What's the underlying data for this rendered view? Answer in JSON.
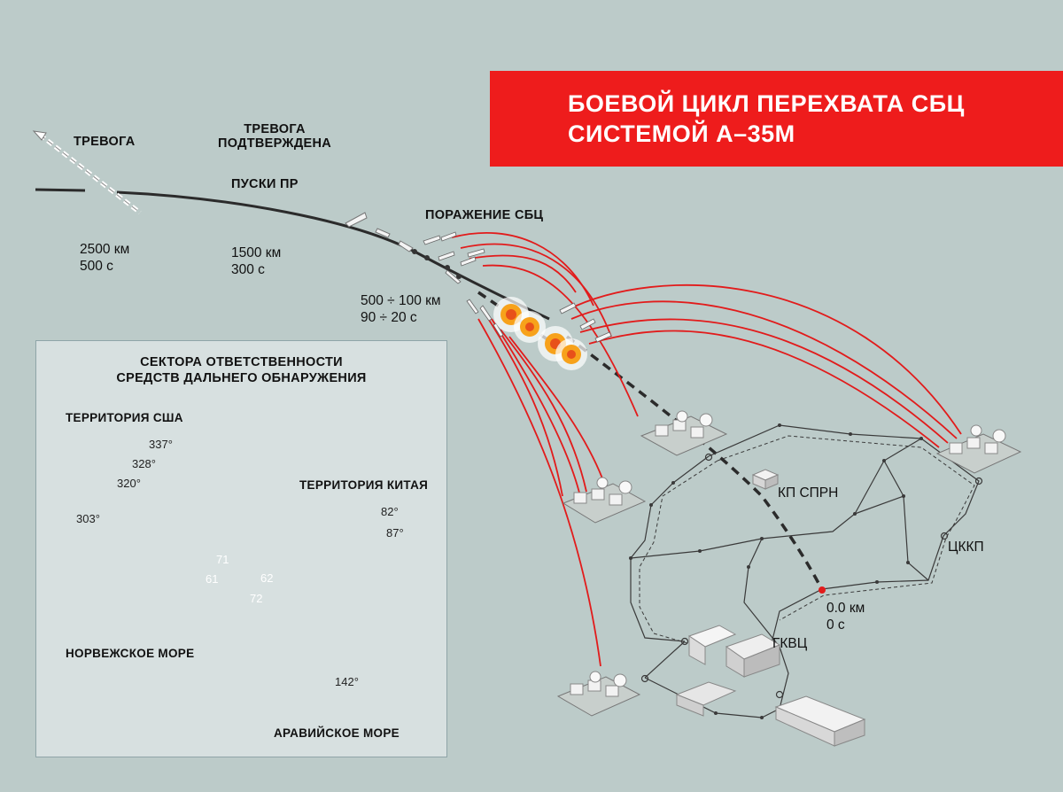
{
  "title": {
    "line1": "БОЕВОЙ ЦИКЛ ПЕРЕХВАТА СБЦ",
    "line2": "СИСТЕМОЙ А–35М"
  },
  "trajectory": {
    "alert": "ТРЕВОГА",
    "alert_confirmed_1": "ТРЕВОГА",
    "alert_confirmed_2": "ПОДТВЕРЖДЕНА",
    "launches": "ПУСКИ ПР",
    "target_hit": "ПОРАЖЕНИЕ СБЦ",
    "range1_km": "2500 км",
    "range1_s": "500 с",
    "range2_km": "1500 км",
    "range2_s": "300 с",
    "range3_km": "500 ÷ 100 км",
    "range3_s": "90 ÷ 20 с",
    "range4_km": "0.0 км",
    "range4_s": "0 с"
  },
  "ground": {
    "kp_sprn": "КП СПРН",
    "tskkp": "ЦККП",
    "gkvts": "ГКВЦ"
  },
  "inset": {
    "title_1": "СЕКТОРА ОТВЕТСТВЕННОСТИ",
    "title_2": "СРЕДСТВ ДАЛЬНЕГО ОБНАРУЖЕНИЯ",
    "usa": "ТЕРРИТОРИЯ США",
    "china": "ТЕРРИТОРИЯ КИТАЯ",
    "norway": "НОРВЕЖСКОЕ МОРЕ",
    "arabia": "АРАВИЙСКОЕ МОРЕ",
    "az_337": "337°",
    "az_328": "328°",
    "az_320": "320°",
    "az_303": "303°",
    "az_82": "82°",
    "az_87": "87°",
    "az_142": "142°",
    "sector_71": "71",
    "sector_61": "61",
    "sector_62": "62",
    "sector_72": "72"
  },
  "colors": {
    "background": "#bccbc9",
    "title_red": "#ee1c1c",
    "interceptor_red": "#e21b1b",
    "sector_blue": "#9aa7cf"
  }
}
